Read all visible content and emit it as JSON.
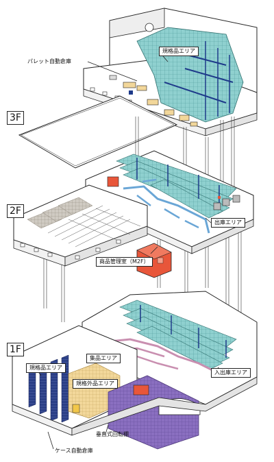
{
  "floors": {
    "f3": "3F",
    "f2": "2F",
    "f1": "1F"
  },
  "labels": {
    "standard_area_3f": "規格品エリア",
    "pallet_warehouse": "パレット自動倉庫",
    "shipping_area": "出庫エリア",
    "product_control_room": "商品管理室（M2F）",
    "picking_area": "集品エリア",
    "standard_area_1f": "規格品エリア",
    "nonstandard_area": "規格外品エリア",
    "inout_area": "入出庫エリア",
    "vertical_carousel": "垂直式回転棚",
    "case_warehouse": "ケース自動倉庫"
  },
  "colors": {
    "rack_teal": "#8fd0cf",
    "rack_blue": "#1e3a8a",
    "conveyor_blue": "#6aa6d6",
    "room_red": "#e8563a",
    "purple_rack": "#8a6fc0",
    "yellow_rack": "#f2d79a",
    "navy_rack": "#2b3f86",
    "pink_conveyor": "#c98fb0",
    "gray_floor": "#cfcac2"
  }
}
